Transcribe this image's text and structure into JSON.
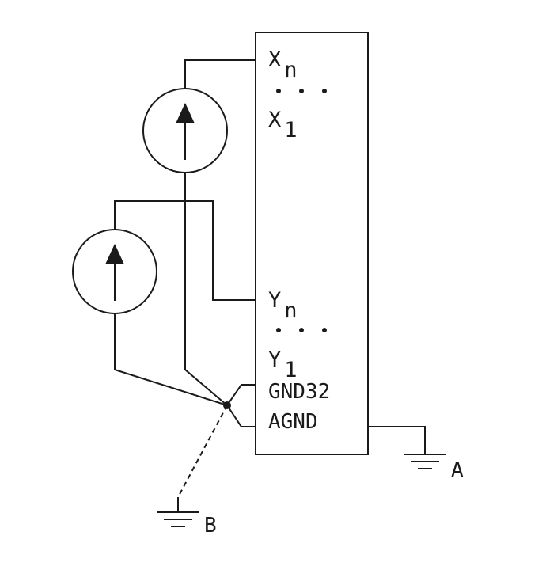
{
  "pins": {
    "xn": {
      "base": "X",
      "sub": "n"
    },
    "x1": {
      "base": "X",
      "sub": "1"
    },
    "yn": {
      "base": "Y",
      "sub": "n"
    },
    "y1": {
      "base": "Y",
      "sub": "1"
    },
    "gnd32": "GND32",
    "agnd": "AGND"
  },
  "grounds": {
    "a": "A",
    "b": "B"
  }
}
